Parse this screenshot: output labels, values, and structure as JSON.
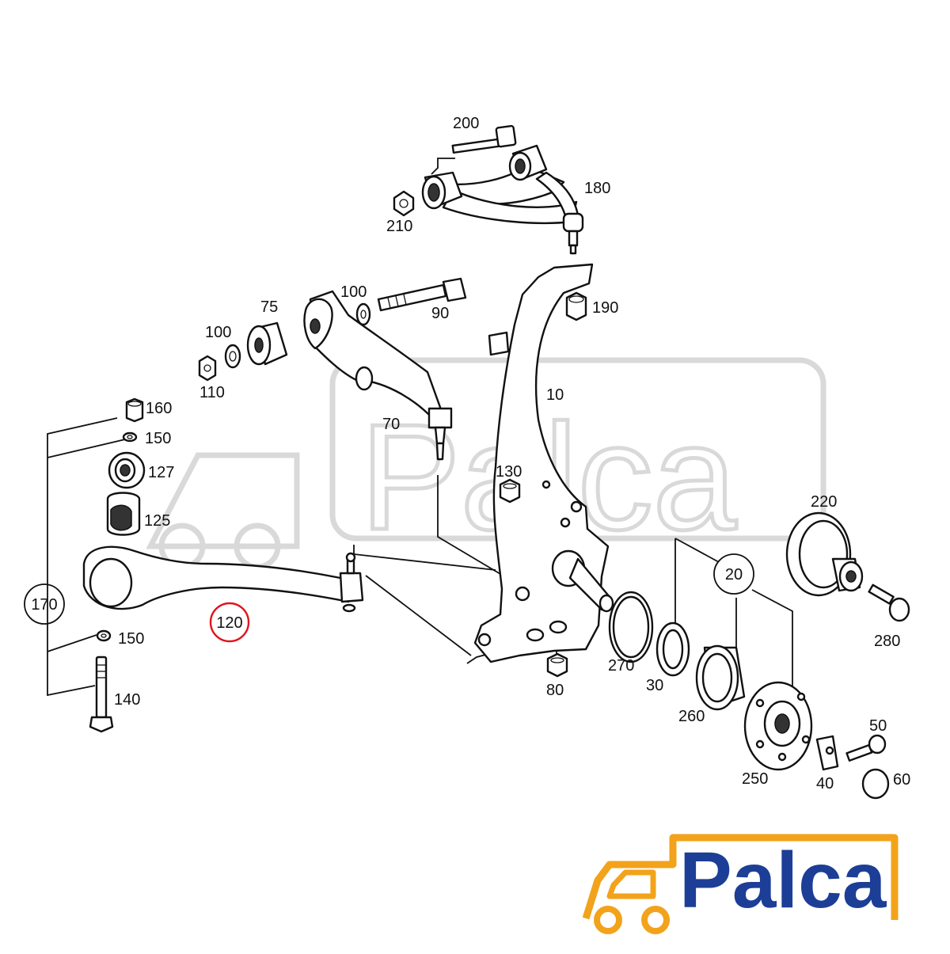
{
  "diagram": {
    "labels": {
      "p200": "200",
      "p180": "180",
      "p210": "210",
      "p190": "190",
      "p100a": "100",
      "p100b": "100",
      "p90": "90",
      "p75": "75",
      "p110": "110",
      "p70": "70",
      "p10": "10",
      "p160": "160",
      "p150a": "150",
      "p127": "127",
      "p125": "125",
      "p170": "170",
      "p120": "120",
      "p150b": "150",
      "p140": "140",
      "p130": "130",
      "p220": "220",
      "p20": "20",
      "p280": "280",
      "p270": "270",
      "p30": "30",
      "p80": "80",
      "p260": "260",
      "p250": "250",
      "p50": "50",
      "p40": "40",
      "p60": "60"
    },
    "highlighted_part": "120",
    "highlight_color": "#e0141e"
  },
  "logo": {
    "text": "Palca",
    "text_color": "#1c3e96",
    "accent_color": "#f2a31b",
    "watermark_color": "#d9d9d9"
  }
}
